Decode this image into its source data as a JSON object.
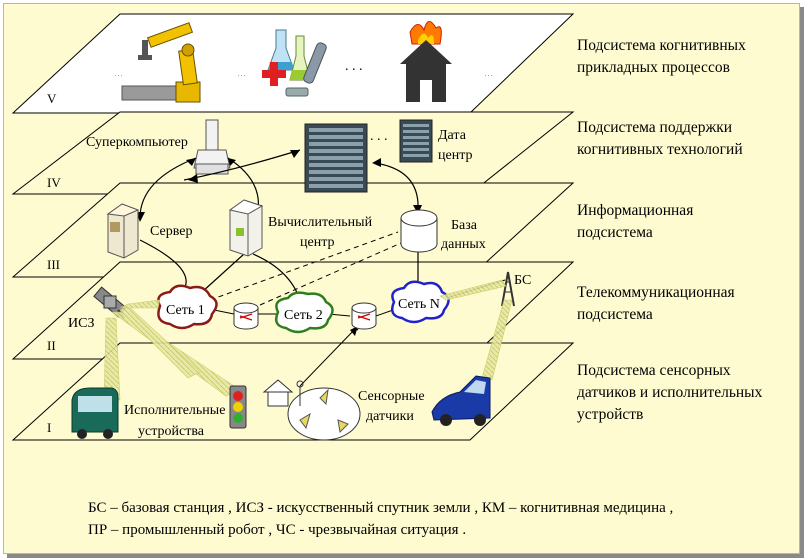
{
  "layers": [
    {
      "roman": "V",
      "description": [
        "Подсистема когнитивных",
        "прикладных процессов"
      ]
    },
    {
      "roman": "IV",
      "description": [
        "Подсистема поддержки",
        "когнитивных технологий"
      ]
    },
    {
      "roman": "III",
      "description": [
        "Информационная",
        "подсистема"
      ]
    },
    {
      "roman": "II",
      "description": [
        "Телекоммуникационная",
        "подсистема"
      ]
    },
    {
      "roman": "I",
      "description": [
        "Подсистема сенсорных",
        "датчиков и исполнительных",
        "устройств"
      ]
    }
  ],
  "labels": {
    "supercomputer": "Суперкомпьютер",
    "datacenter": [
      "Дата",
      "центр"
    ],
    "server": "Сервер",
    "computing_center": [
      "Вычислительный",
      "центр"
    ],
    "database": [
      "База",
      "данных"
    ],
    "net1": "Сеть 1",
    "net2": "Сеть 2",
    "netN": "Сеть N",
    "bs": "БС",
    "ics": "ИСЗ",
    "actuators": [
      "Исполнительные",
      "устройства"
    ],
    "sensors": [
      "Сенсорные",
      "датчики"
    ],
    "ellipsis": ". . ."
  },
  "footnote": [
    "БС – базовая станция , ИСЗ - искусственный спутник земли , КМ – когнитивная медицина ,",
    "ПР – промышленный робот , ЧС - чрезвычайная ситуация ."
  ],
  "colors": {
    "background": "#fffbd1",
    "net1": "#8b1a1a",
    "net2": "#2e7d1e",
    "netN": "#2222cc",
    "beam": "#eeee55"
  }
}
